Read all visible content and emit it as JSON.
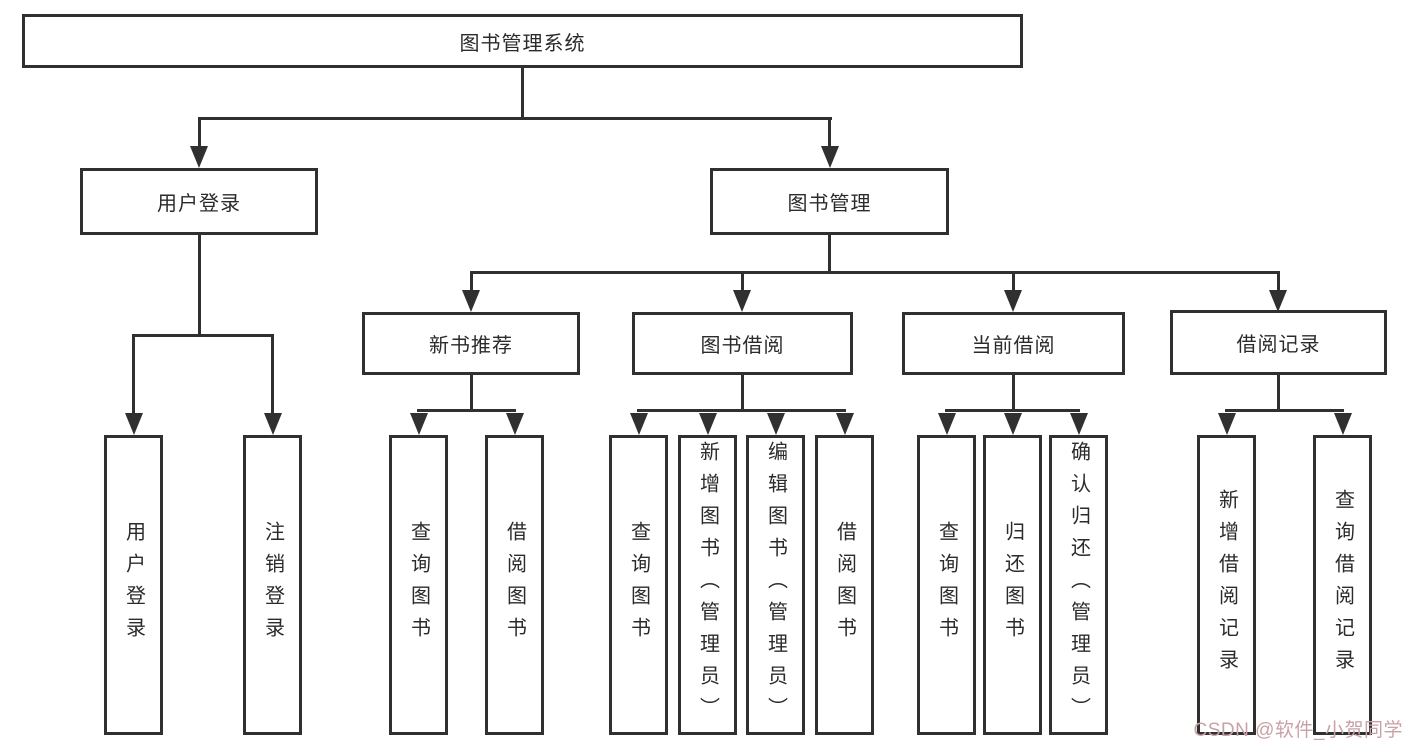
{
  "diagram_title": "图书管理系统",
  "nodes": {
    "root": "图书管理系统",
    "user_login": "用户登录",
    "book_mgmt": "图书管理",
    "new_book_rec": "新书推荐",
    "book_borrow": "图书借阅",
    "current_borrow": "当前借阅",
    "borrow_records": "借阅记录",
    "leaves_user": [
      "用户登录",
      "注销登录"
    ],
    "leaves_new_book": [
      "查询图书",
      "借阅图书"
    ],
    "leaves_book_borrow": [
      "查询图书",
      "新增图书（管理员）",
      "编辑图书（管理员）",
      "借阅图书"
    ],
    "leaves_current": [
      "查询图书",
      "归还图书",
      "确认归还（管理员）"
    ],
    "leaves_records": [
      "新增借阅记录",
      "查询借阅记录"
    ]
  },
  "tree": {
    "label": "图书管理系统",
    "children": [
      {
        "label": "用户登录",
        "children": [
          {
            "label": "用户登录"
          },
          {
            "label": "注销登录"
          }
        ]
      },
      {
        "label": "图书管理",
        "children": [
          {
            "label": "新书推荐",
            "children": [
              {
                "label": "查询图书"
              },
              {
                "label": "借阅图书"
              }
            ]
          },
          {
            "label": "图书借阅",
            "children": [
              {
                "label": "查询图书"
              },
              {
                "label": "新增图书（管理员）"
              },
              {
                "label": "编辑图书（管理员）"
              },
              {
                "label": "借阅图书"
              }
            ]
          },
          {
            "label": "当前借阅",
            "children": [
              {
                "label": "查询图书"
              },
              {
                "label": "归还图书"
              },
              {
                "label": "确认归还（管理员）"
              }
            ]
          },
          {
            "label": "借阅记录",
            "children": [
              {
                "label": "新增借阅记录"
              },
              {
                "label": "查询借阅记录"
              }
            ]
          }
        ]
      }
    ]
  },
  "watermark": {
    "text": "CSDN @软件_小贺同学",
    "color": "#c9a2a8"
  },
  "colors": {
    "line": "#303030",
    "text": "#2b2b2b",
    "background": "#ffffff"
  }
}
